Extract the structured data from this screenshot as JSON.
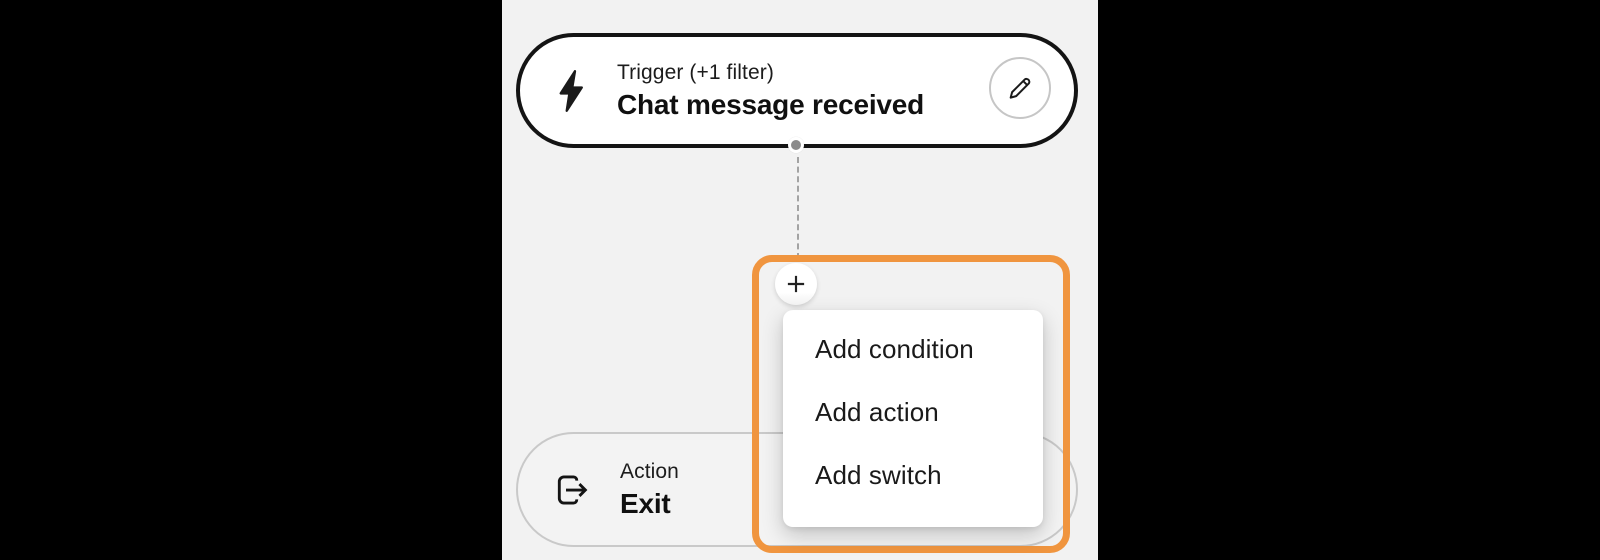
{
  "colors": {
    "letterbox": "#000000",
    "canvas_bg": "#f2f2f2",
    "node_border_dark": "#141414",
    "node_bg": "#ffffff",
    "selection_orange": "#F0953F",
    "connector_gray": "#a3a3a3",
    "dot_gray": "#8b8b8b",
    "muted_border": "#c9c9c9",
    "text_dark": "#161616"
  },
  "trigger_node": {
    "icon": "lightning-bolt-icon",
    "type_label": "Trigger (+1 filter)",
    "title": "Chat message received",
    "edit_button_icon": "pencil-icon"
  },
  "add_step_menu": {
    "open_button_icon": "plus-icon",
    "items": [
      {
        "label": "Add condition"
      },
      {
        "label": "Add action"
      },
      {
        "label": "Add switch"
      }
    ]
  },
  "action_node": {
    "icon": "exit-arrow-icon",
    "type_label": "Action",
    "title": "Exit"
  }
}
